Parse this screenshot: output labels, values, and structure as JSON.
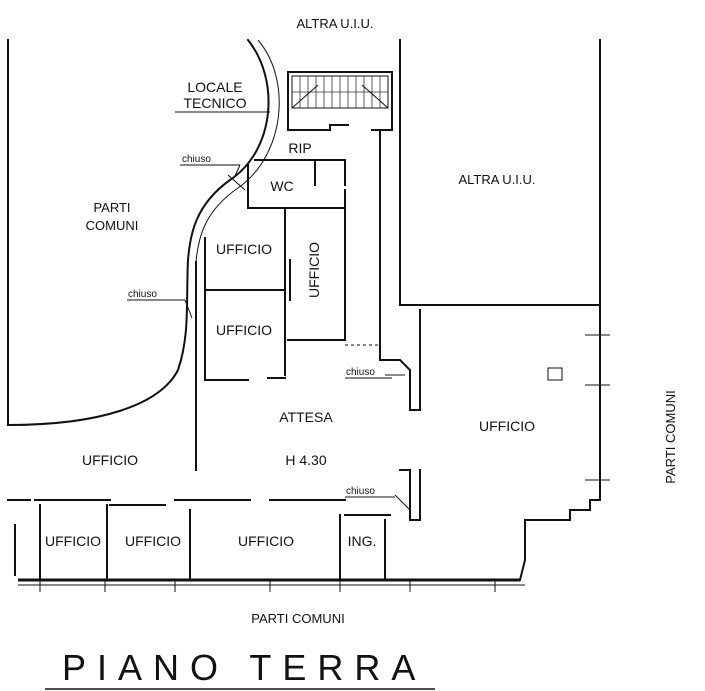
{
  "plan": {
    "title": "PIANO TERRA",
    "labels": {
      "altra_top": "ALTRA U.I.U.",
      "altra_right": "ALTRA U.I.U.",
      "locale_line1": "LOCALE",
      "locale_line2": "TECNICO",
      "rip": "RIP",
      "wc": "WC",
      "parti_comuni_left_1": "PARTI",
      "parti_comuni_left_2": "COMUNI",
      "parti_comuni_bottom": "PARTI COMUNI",
      "parti_comuni_right": "PARTI COMUNI",
      "ufficio_upper_left": "UFFICIO",
      "ufficio_vertical": "UFFICIO",
      "ufficio_mid_left": "UFFICIO",
      "attesa": "ATTESA",
      "height": "H 4.30",
      "ufficio_right": "UFFICIO",
      "ufficio_left": "UFFICIO",
      "ufficio_bottom_1": "UFFICIO",
      "ufficio_bottom_2": "UFFICIO",
      "ufficio_bottom_3": "UFFICIO",
      "ing": "ING.",
      "chiuso_1": "chiuso",
      "chiuso_2": "chiuso",
      "chiuso_3": "chiuso",
      "chiuso_4": "chiuso"
    }
  }
}
